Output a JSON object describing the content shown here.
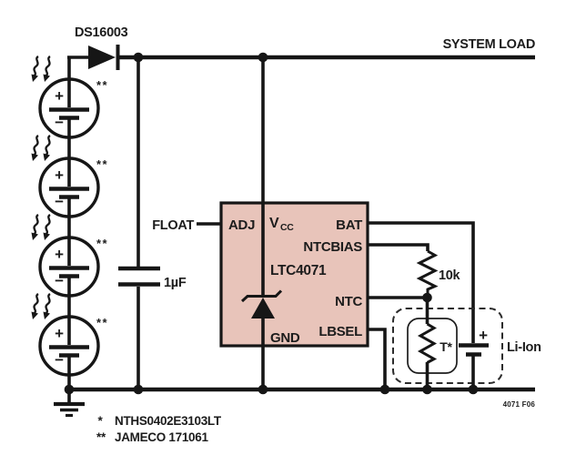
{
  "figure": {
    "ref": "4071 F06",
    "colors": {
      "wire": "#161616",
      "background": "#ffffff",
      "ic_fill": "#e8c4ba"
    }
  },
  "top": {
    "diode_label": "DS16003",
    "system_load_label": "SYSTEM LOAD"
  },
  "solar": {
    "star": "**",
    "plus": "+",
    "minus": "−",
    "cell_count": 4
  },
  "left": {
    "float_label": "FLOAT",
    "capacitor_value": "1µF"
  },
  "ic": {
    "name": "LTC4071",
    "fill": "#e8c4ba",
    "pins": {
      "adj": "ADJ",
      "vcc_main": "V",
      "vcc_sub": "CC",
      "bat": "BAT",
      "ntcbias": "NTCBIAS",
      "ntc": "NTC",
      "lbsel": "LBSEL",
      "gnd": "GND"
    }
  },
  "right": {
    "resistor_value": "10k",
    "thermistor_label": "T*",
    "battery_plus": "+",
    "battery_label": "Li-Ion"
  },
  "notes": {
    "n1_marker": "*",
    "n1_text": "NTHS0402E3103LT",
    "n2_marker": "**",
    "n2_text": "JAMECO 171061"
  },
  "icons": {
    "light_rays": "light-rays-icon",
    "diode": "diode-icon",
    "zener": "zener-diode-icon",
    "ground": "ground-icon"
  }
}
